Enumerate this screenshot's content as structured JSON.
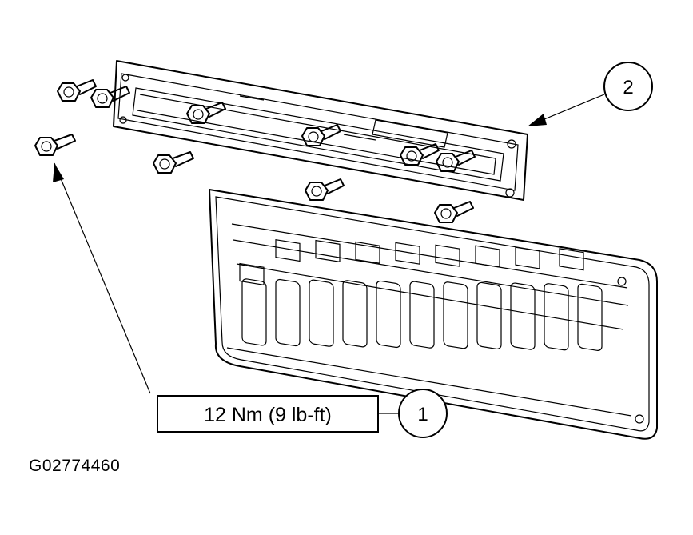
{
  "callouts": [
    {
      "number": "1",
      "label": "12 Nm (9 lb-ft)"
    },
    {
      "number": "2"
    }
  ],
  "figure_id": "G02774460",
  "colors": {
    "ink": "#000000",
    "background": "#ffffff"
  }
}
